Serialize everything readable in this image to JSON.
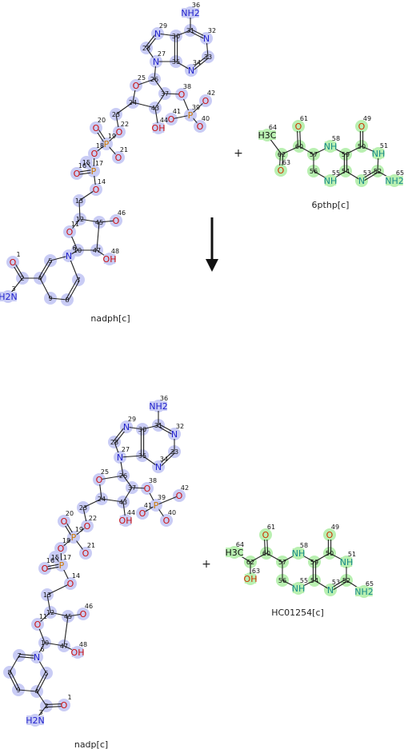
{
  "reaction": {
    "plus_symbol": "+",
    "compound_labels": {
      "nadph": "nadph[c]",
      "pthp": "6pthp[c]",
      "nadp": "nadp[c]",
      "hc": "HC01254[c]"
    }
  },
  "colors": {
    "highlight_blue": "#c9ccf5",
    "highlight_green": "#b9f0b1",
    "atom_N": "#2222cc",
    "atom_O": "#cc1111",
    "atom_P": "#cc7700",
    "atom_N_green": "#1a8a8a",
    "atom_O_green": "#cc3300",
    "arrow": "#111111"
  },
  "molecules": {
    "nadph": {
      "atoms": [
        {
          "id": "a36",
          "sym": "NH2",
          "num": "36"
        },
        {
          "id": "a31",
          "sym": "",
          "num": "31"
        },
        {
          "id": "a29",
          "sym": "N",
          "num": "29"
        },
        {
          "id": "a30",
          "sym": "",
          "num": "30"
        },
        {
          "id": "a32",
          "sym": "N",
          "num": "32"
        },
        {
          "id": "a28",
          "sym": "",
          "num": "28"
        },
        {
          "id": "a33",
          "sym": "",
          "num": "33"
        },
        {
          "id": "a27",
          "sym": "N",
          "num": "27"
        },
        {
          "id": "a35",
          "sym": "",
          "num": "35"
        },
        {
          "id": "a34",
          "sym": "N",
          "num": "34"
        },
        {
          "id": "a26",
          "sym": "",
          "num": "26"
        },
        {
          "id": "a25",
          "sym": "O",
          "num": "25"
        },
        {
          "id": "a37",
          "sym": "",
          "num": "37"
        },
        {
          "id": "a38",
          "sym": "O",
          "num": "38"
        },
        {
          "id": "a42",
          "sym": "O",
          "num": "42"
        },
        {
          "id": "a24",
          "sym": "",
          "num": "24"
        },
        {
          "id": "a43",
          "sym": "",
          "num": "43"
        },
        {
          "id": "a39",
          "sym": "P",
          "num": "39"
        },
        {
          "id": "a23",
          "sym": "",
          "num": "23"
        },
        {
          "id": "a41",
          "sym": "O",
          "num": "41"
        },
        {
          "id": "a44",
          "sym": "OH",
          "num": "44"
        },
        {
          "id": "a40",
          "sym": "O",
          "num": "40"
        },
        {
          "id": "a20",
          "sym": "O",
          "num": "20"
        },
        {
          "id": "a22",
          "sym": "O",
          "num": "22"
        },
        {
          "id": "a19",
          "sym": "P",
          "num": "19"
        },
        {
          "id": "a18",
          "sym": "O",
          "num": "18"
        },
        {
          "id": "a21",
          "sym": "O",
          "num": "21"
        },
        {
          "id": "a15",
          "sym": "",
          "num": "15"
        },
        {
          "id": "a16",
          "sym": "O",
          "num": "16"
        },
        {
          "id": "a17",
          "sym": "P",
          "num": "17"
        },
        {
          "id": "a14",
          "sym": "O",
          "num": "14"
        },
        {
          "id": "a13",
          "sym": "",
          "num": "13"
        },
        {
          "id": "a12",
          "sym": "",
          "num": "12"
        },
        {
          "id": "a45",
          "sym": "",
          "num": "45"
        },
        {
          "id": "a46",
          "sym": "O",
          "num": "46"
        },
        {
          "id": "a11",
          "sym": "O",
          "num": "11"
        },
        {
          "id": "a10",
          "sym": "",
          "num": "10"
        },
        {
          "id": "a47",
          "sym": "",
          "num": "47"
        },
        {
          "id": "a48",
          "sym": "OH",
          "num": "48"
        },
        {
          "id": "a1",
          "sym": "O",
          "num": "1"
        },
        {
          "id": "a5",
          "sym": "",
          "num": "5"
        },
        {
          "id": "a6",
          "sym": "N",
          "num": "6"
        },
        {
          "id": "a2",
          "sym": "",
          "num": "2"
        },
        {
          "id": "a4",
          "sym": "",
          "num": "4"
        },
        {
          "id": "a7",
          "sym": "",
          "num": "7"
        },
        {
          "id": "a3",
          "sym": "H2N",
          "num": "3"
        },
        {
          "id": "a9",
          "sym": "",
          "num": "9"
        },
        {
          "id": "a8",
          "sym": "",
          "num": "8"
        }
      ]
    },
    "pthp": {
      "atoms": [
        {
          "id": "b61",
          "sym": "O",
          "num": "61"
        },
        {
          "id": "b49",
          "sym": "O",
          "num": "49"
        },
        {
          "id": "b64",
          "sym": "H3C",
          "num": "64"
        },
        {
          "id": "b60",
          "sym": "",
          "num": "60"
        },
        {
          "id": "b58",
          "sym": "NH",
          "num": "58"
        },
        {
          "id": "b50",
          "sym": "",
          "num": "50"
        },
        {
          "id": "b51",
          "sym": "NH",
          "num": "51"
        },
        {
          "id": "b62",
          "sym": "",
          "num": "62"
        },
        {
          "id": "b57",
          "sym": "",
          "num": "57"
        },
        {
          "id": "b59",
          "sym": "",
          "num": "59"
        },
        {
          "id": "b56",
          "sym": "",
          "num": "56"
        },
        {
          "id": "b54",
          "sym": "",
          "num": "54"
        },
        {
          "id": "b52",
          "sym": "",
          "num": "52"
        },
        {
          "id": "b65",
          "sym": "NH2",
          "num": "65"
        },
        {
          "id": "b63",
          "sym": "O",
          "num": "63"
        },
        {
          "id": "b55",
          "sym": "NH",
          "num": "55"
        },
        {
          "id": "b53",
          "sym": "N",
          "num": "53"
        }
      ]
    },
    "nadp": {
      "atoms": [
        {
          "id": "c36",
          "sym": "NH2",
          "num": "36"
        },
        {
          "id": "c29",
          "sym": "N",
          "num": "29"
        },
        {
          "id": "c31",
          "sym": "",
          "num": "31"
        },
        {
          "id": "c30",
          "sym": "",
          "num": "30"
        },
        {
          "id": "c32",
          "sym": "N",
          "num": "32"
        },
        {
          "id": "c28",
          "sym": "",
          "num": "28"
        },
        {
          "id": "c33",
          "sym": "",
          "num": "33"
        },
        {
          "id": "c27",
          "sym": "N",
          "num": "27"
        },
        {
          "id": "c35",
          "sym": "",
          "num": "35"
        },
        {
          "id": "c34",
          "sym": "N",
          "num": "34"
        },
        {
          "id": "c26",
          "sym": "",
          "num": "26"
        },
        {
          "id": "c25",
          "sym": "O",
          "num": "25"
        },
        {
          "id": "c37",
          "sym": "",
          "num": "37"
        },
        {
          "id": "c38",
          "sym": "O",
          "num": "38"
        },
        {
          "id": "c24",
          "sym": "",
          "num": "24"
        },
        {
          "id": "c39",
          "sym": "P",
          "num": "39"
        },
        {
          "id": "c42",
          "sym": "O",
          "num": "42"
        },
        {
          "id": "c23",
          "sym": "",
          "num": "23"
        },
        {
          "id": "c43",
          "sym": "",
          "num": "43"
        },
        {
          "id": "c41",
          "sym": "O",
          "num": "41"
        },
        {
          "id": "c44",
          "sym": "OH",
          "num": "44"
        },
        {
          "id": "c40",
          "sym": "O",
          "num": "40"
        },
        {
          "id": "c20",
          "sym": "O",
          "num": "20"
        },
        {
          "id": "c22",
          "sym": "O",
          "num": "22"
        },
        {
          "id": "c18",
          "sym": "O",
          "num": "18"
        },
        {
          "id": "c19",
          "sym": "P",
          "num": "19"
        },
        {
          "id": "c15",
          "sym": "",
          "num": "15"
        },
        {
          "id": "c21",
          "sym": "O",
          "num": "21"
        },
        {
          "id": "c16",
          "sym": "O",
          "num": "16"
        },
        {
          "id": "c17",
          "sym": "P",
          "num": "17"
        },
        {
          "id": "c14",
          "sym": "O",
          "num": "14"
        },
        {
          "id": "c13",
          "sym": "",
          "num": "13"
        },
        {
          "id": "c12",
          "sym": "",
          "num": "12"
        },
        {
          "id": "c45",
          "sym": "",
          "num": "45"
        },
        {
          "id": "c46",
          "sym": "O",
          "num": "46"
        },
        {
          "id": "c11",
          "sym": "O",
          "num": "11"
        },
        {
          "id": "c10",
          "sym": "",
          "num": "10"
        },
        {
          "id": "c47",
          "sym": "",
          "num": "47"
        },
        {
          "id": "c48",
          "sym": "OH",
          "num": "48"
        },
        {
          "id": "c7",
          "sym": "",
          "num": "7"
        },
        {
          "id": "c6",
          "sym": "N",
          "num": "6"
        },
        {
          "id": "c8",
          "sym": "",
          "num": "8"
        },
        {
          "id": "c5",
          "sym": "",
          "num": "5"
        },
        {
          "id": "c9",
          "sym": "",
          "num": "9"
        },
        {
          "id": "c4",
          "sym": "",
          "num": "4"
        },
        {
          "id": "c2",
          "sym": "",
          "num": "2"
        },
        {
          "id": "c1",
          "sym": "O",
          "num": "1"
        },
        {
          "id": "c3",
          "sym": "H2N",
          "num": "3"
        }
      ]
    },
    "hc": {
      "atoms": [
        {
          "id": "d61",
          "sym": "O",
          "num": "61"
        },
        {
          "id": "d49",
          "sym": "O",
          "num": "49"
        },
        {
          "id": "d64",
          "sym": "H3C",
          "num": "64"
        },
        {
          "id": "d60",
          "sym": "",
          "num": "60"
        },
        {
          "id": "d58",
          "sym": "NH",
          "num": "58"
        },
        {
          "id": "d50",
          "sym": "",
          "num": "50"
        },
        {
          "id": "d51",
          "sym": "NH",
          "num": "51"
        },
        {
          "id": "d62",
          "sym": "",
          "num": "62"
        },
        {
          "id": "d57",
          "sym": "",
          "num": "57"
        },
        {
          "id": "d59",
          "sym": "",
          "num": "59"
        },
        {
          "id": "d56",
          "sym": "",
          "num": "56"
        },
        {
          "id": "d54",
          "sym": "",
          "num": "54"
        },
        {
          "id": "d52",
          "sym": "",
          "num": "52"
        },
        {
          "id": "d65",
          "sym": "NH2",
          "num": "65"
        },
        {
          "id": "d63",
          "sym": "OH",
          "num": "63"
        },
        {
          "id": "d55",
          "sym": "NH",
          "num": "55"
        },
        {
          "id": "d53",
          "sym": "N",
          "num": "53"
        }
      ]
    }
  }
}
